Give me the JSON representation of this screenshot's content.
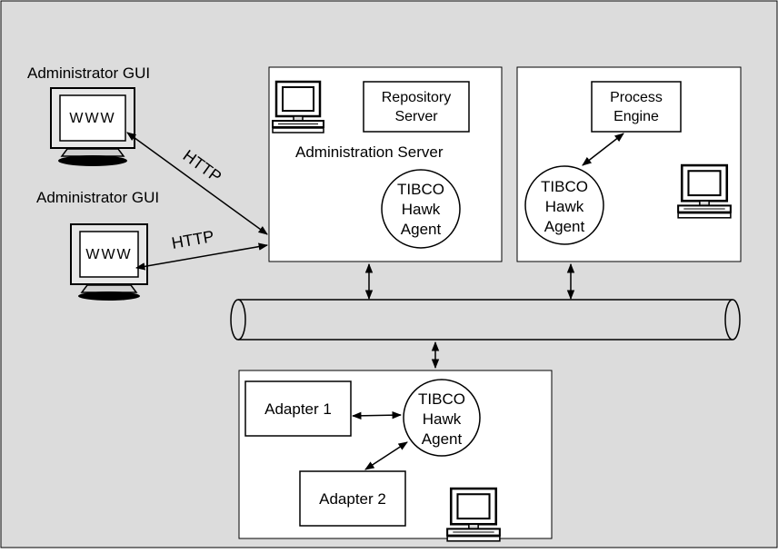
{
  "gui_top": {
    "label": "Administrator GUI",
    "screen_text": "WWW"
  },
  "gui_bottom": {
    "label": "Administrator GUI",
    "screen_text": "WWW"
  },
  "http_top": "HTTP",
  "http_bottom": "HTTP",
  "admin_server": {
    "title": "Administration Server",
    "repository": [
      "Repository",
      "Server"
    ],
    "agent": [
      "TIBCO",
      "Hawk",
      "Agent"
    ]
  },
  "process_server": {
    "engine": [
      "Process",
      "Engine"
    ],
    "agent": [
      "TIBCO",
      "Hawk",
      "Agent"
    ]
  },
  "adapter_server": {
    "adapter1": "Adapter 1",
    "adapter2": "Adapter 2",
    "agent": [
      "TIBCO",
      "Hawk",
      "Agent"
    ]
  },
  "colors": {
    "background": "#dcdcdc",
    "box": "#ffffff",
    "bus": "#dcdcdc",
    "line": "#000000"
  }
}
